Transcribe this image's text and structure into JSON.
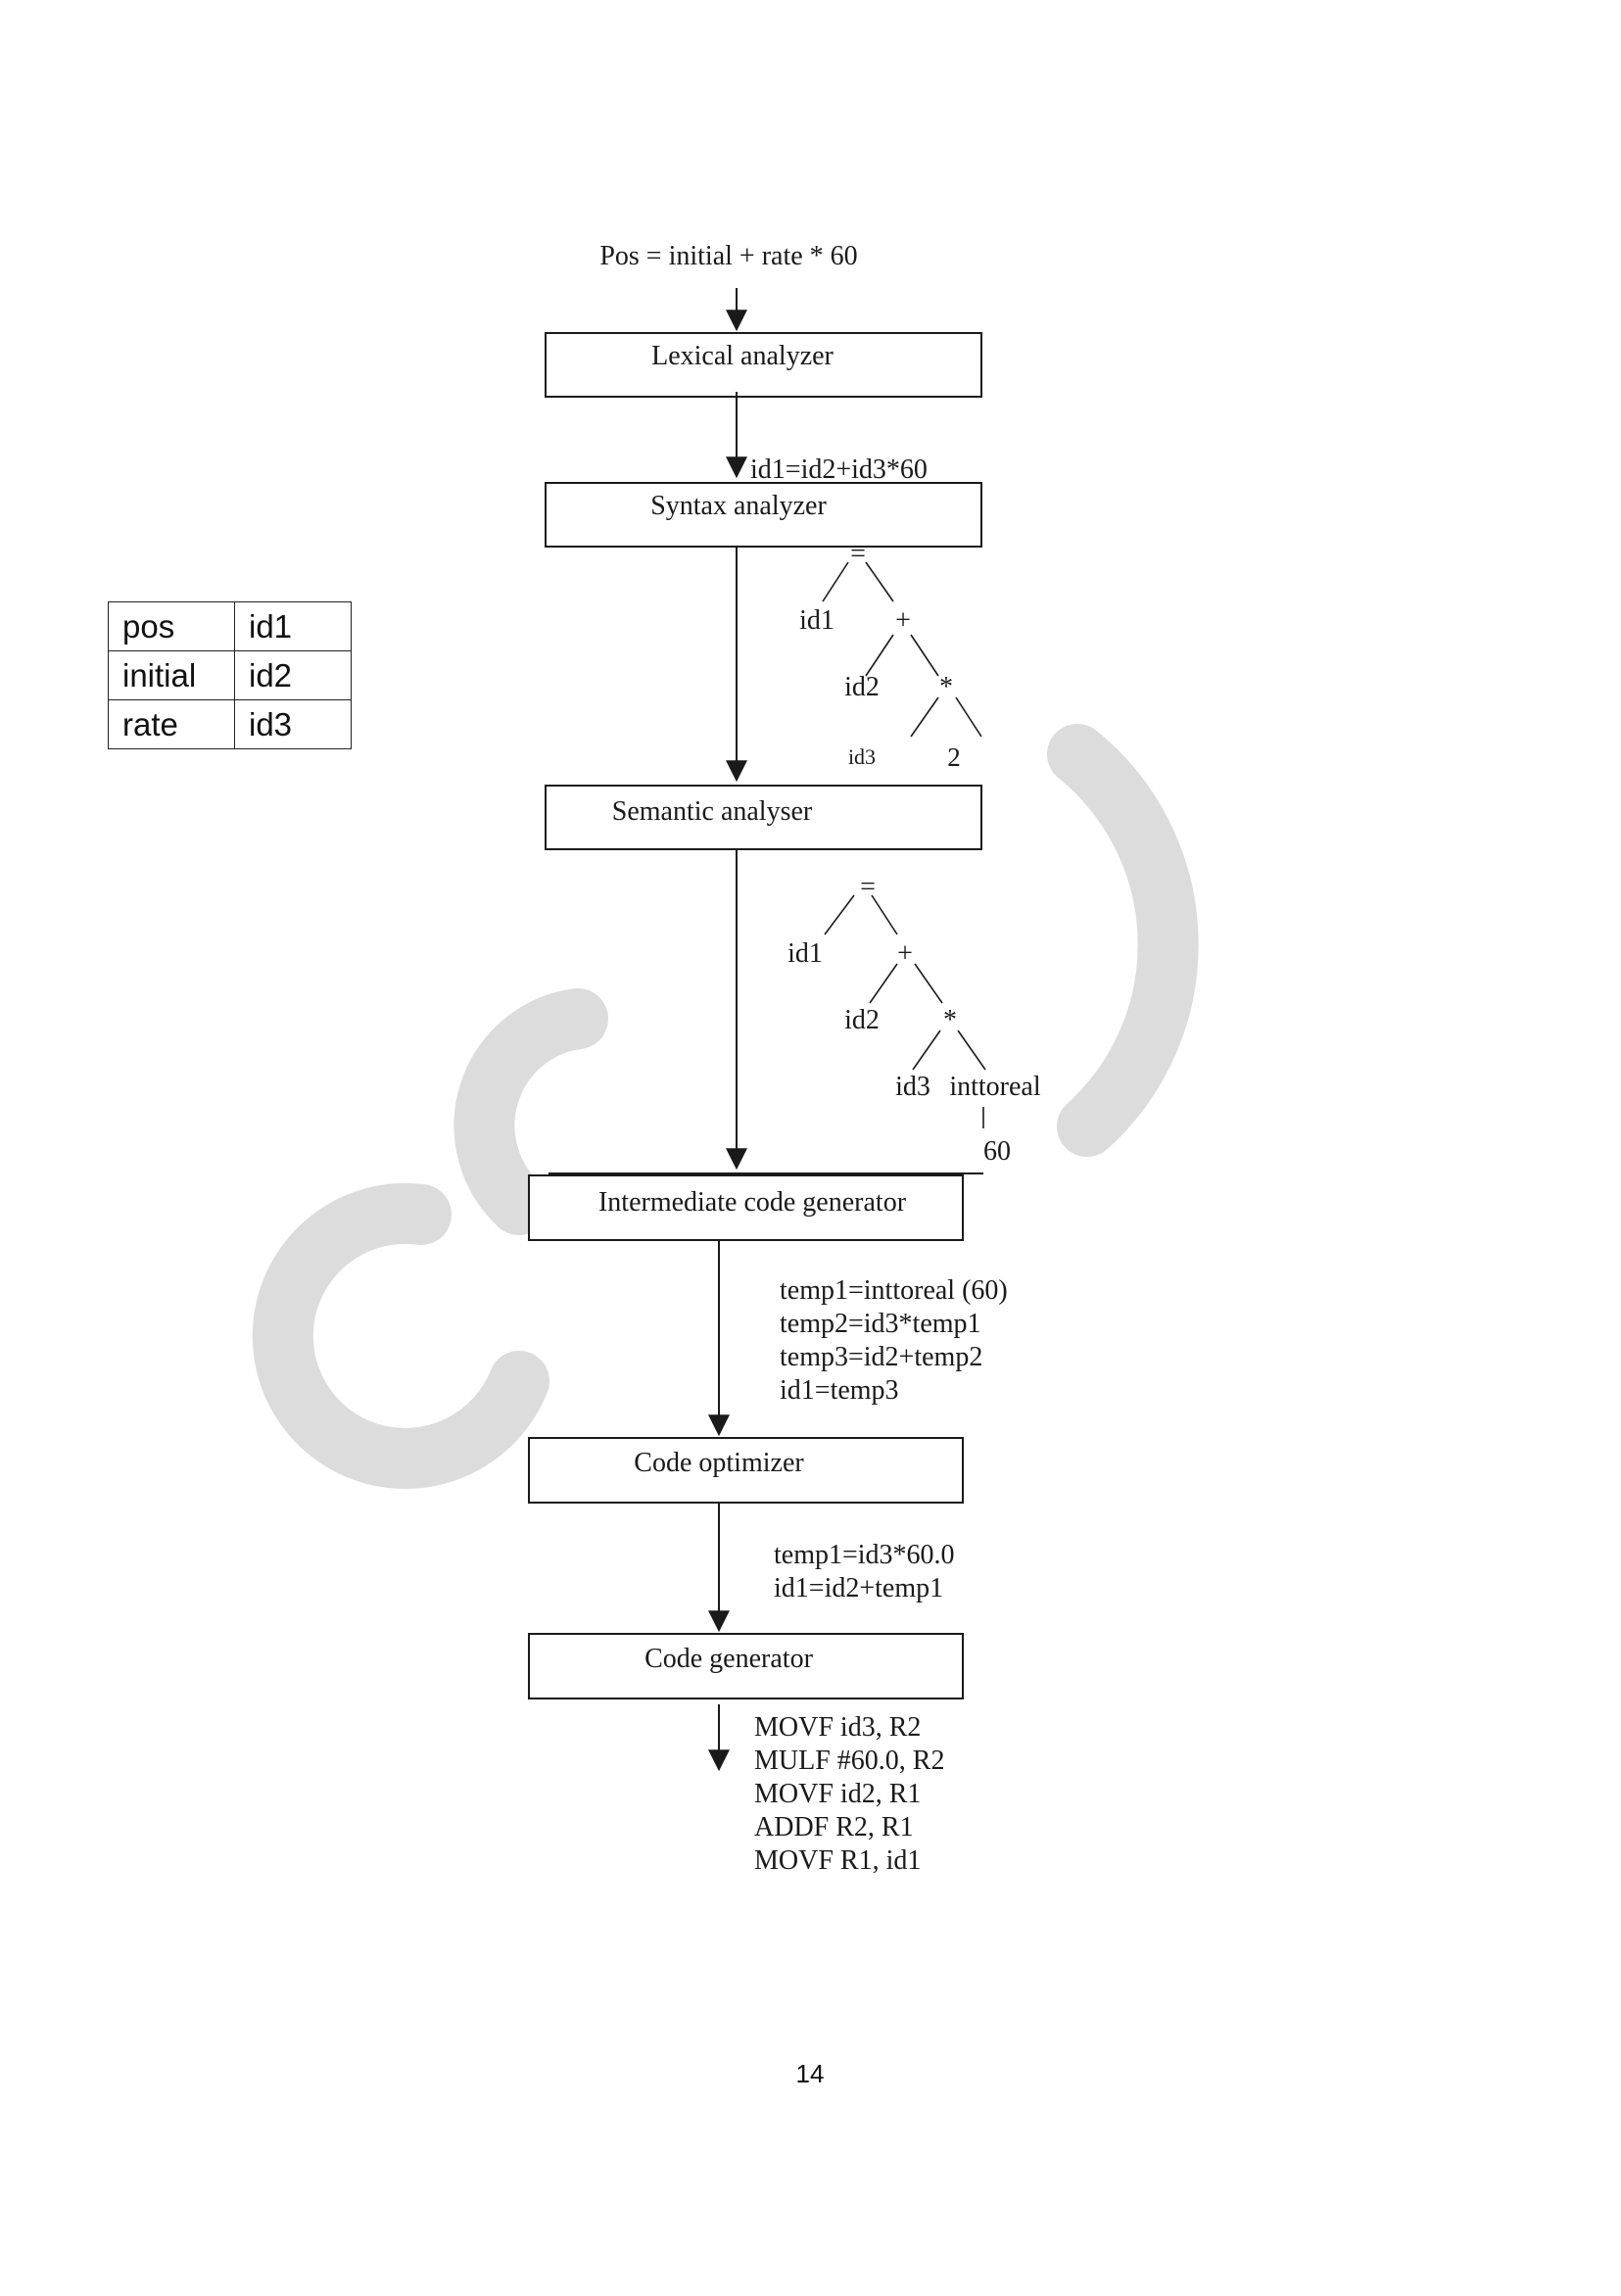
{
  "input_expression": "Pos = initial + rate * 60",
  "phases": {
    "lexical": "Lexical analyzer",
    "syntax": "Syntax analyzer",
    "semantic": "Semantic analyser",
    "intermediate": "Intermediate code generator",
    "optimizer": "Code optimizer",
    "codegen": "Code generator"
  },
  "token_stream": "id1=id2+id3*60",
  "syntax_tree": {
    "root": "=",
    "left": "id1",
    "plus": "+",
    "id2": "id2",
    "mul": "*",
    "id3": "id3",
    "const": "2"
  },
  "semantic_tree": {
    "root": "=",
    "left": "id1",
    "plus": "+",
    "id2": "id2",
    "mul": "*",
    "id3": "id3",
    "conv": "inttoreal",
    "const": "60"
  },
  "intermediate_code": [
    "temp1=inttoreal (60)",
    "temp2=id3*temp1",
    "temp3=id2+temp2",
    "id1=temp3"
  ],
  "optimized_code": [
    "temp1=id3*60.0",
    "id1=id2+temp1"
  ],
  "target_code": [
    "MOVF id3, R2",
    "MULF #60.0, R2",
    "MOVF id2, R1",
    "ADDF R2, R1",
    "MOVF R1, id1"
  ],
  "symbol_table": [
    [
      "pos",
      "id1"
    ],
    [
      "initial",
      "id2"
    ],
    [
      "rate",
      "id3"
    ]
  ],
  "page_number": "14",
  "colors": {
    "ink": "#1a1a1a",
    "watermark": "#dcdcdc"
  }
}
